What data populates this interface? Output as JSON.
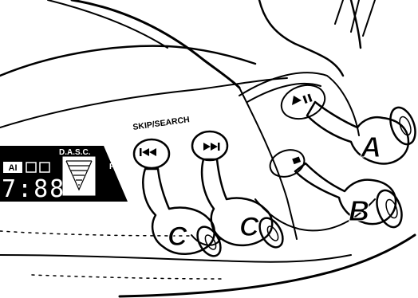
{
  "skip_search_label": "SKIP/SEARCH",
  "dasc_label": "D.A.S.C.",
  "ai_badge": "AI",
  "time_display": "7:88",
  "f_label": "F",
  "hand_labels": {
    "a": "A",
    "b": "B",
    "c1": "C",
    "c2": "C"
  },
  "icons": {
    "play_pause": "play-pause-icon",
    "stop": "stop-icon",
    "skip_back": "skip-back-icon",
    "skip_forward": "skip-forward-icon"
  }
}
